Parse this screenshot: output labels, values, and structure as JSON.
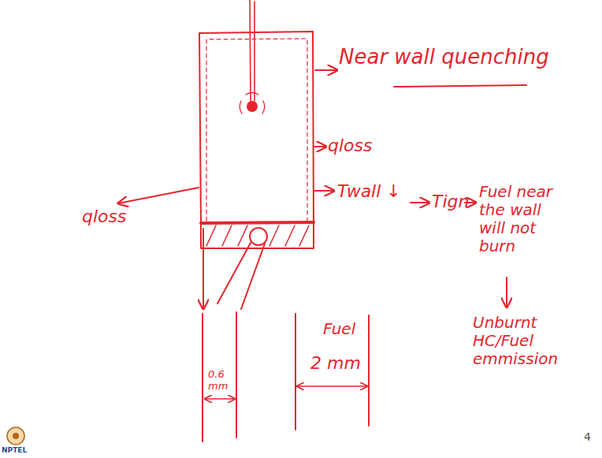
{
  "diagram": {
    "labels": [
      "Near wall quenching",
      "qloss",
      "qloss",
      "Twall ↓",
      "Tign",
      "Fuel near the wall will not burn",
      "Unburnt HC/Fuel emmission",
      "0.6 mm",
      "Fuel",
      "2 mm",
      "4",
      "NPTEL"
    ]
  }
}
